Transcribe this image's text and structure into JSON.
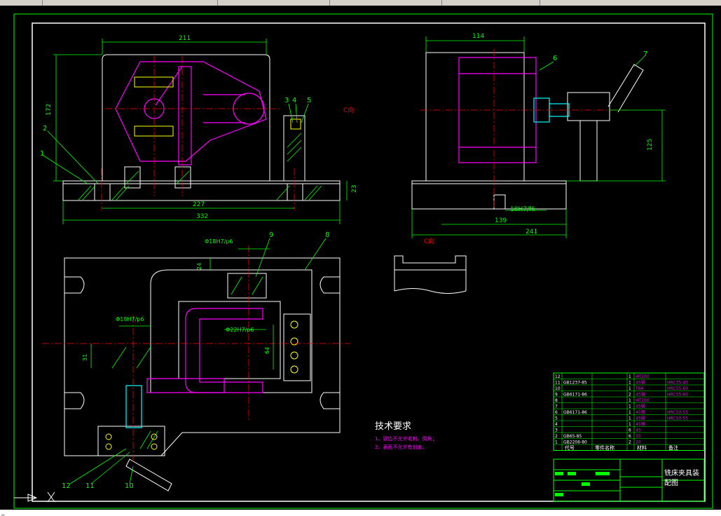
{
  "window": {
    "toolbar_segments": 6
  },
  "command_line": {
    "text": "_"
  },
  "dimensions": {
    "d211": "211",
    "d172": "172",
    "d227": "227",
    "d332": "332",
    "d23": "23",
    "d114": "114",
    "d125": "125",
    "d18fit": "18H7/f6",
    "d139": "139",
    "d241": "241",
    "phi18a": "Φ18H7/p6",
    "d24": "24",
    "phi18b": "Φ18H7/p6",
    "phi22": "Φ22H7/p6",
    "d31": "31",
    "d64": "64"
  },
  "part_numbers": [
    "1",
    "2",
    "3",
    "4",
    "5",
    "6",
    "7",
    "8",
    "9",
    "10",
    "11",
    "12"
  ],
  "view_label": "C向",
  "technical_requirements": {
    "title": "技术要求",
    "items": [
      "1、锐边不允许毛刺、倒角；",
      "2、表面不允许有划痕。"
    ]
  },
  "bom": {
    "rows": [
      [
        "12",
        "",
        "",
        "1",
        "HT200",
        ""
      ],
      [
        "11",
        "GB1237-85",
        "",
        "1",
        "45钢",
        "HRC35-40"
      ],
      [
        "10",
        "",
        "",
        "1",
        "T8A",
        "HRC55-60"
      ],
      [
        "9",
        "GB6171-86",
        "",
        "2",
        "45钢",
        "HRC55-60"
      ],
      [
        "8",
        "",
        "",
        "1",
        "HT200",
        ""
      ],
      [
        "7",
        "",
        "",
        "1",
        "45钢",
        ""
      ],
      [
        "6",
        "GB6171-86",
        "",
        "1",
        "45钢",
        "HRC50-55"
      ],
      [
        "5",
        "",
        "",
        "1",
        "45钢",
        "HRC50-55"
      ],
      [
        "4",
        "",
        "",
        "1",
        "45钢",
        ""
      ],
      [
        "3",
        "",
        "",
        "6",
        "45",
        ""
      ],
      [
        "2",
        "GB65-85",
        "",
        "6",
        "35",
        ""
      ],
      [
        "1",
        "GB2206-80",
        "",
        "2",
        "20",
        ""
      ]
    ],
    "header": [
      "代号",
      "零件名称",
      "",
      "材料",
      "备注"
    ],
    "title_block": {
      "name": "铣床夹具装",
      "name2": "配图"
    }
  },
  "colors": {
    "white": "#ffffff",
    "green": "#00ff00",
    "magenta": "#ff00ff",
    "yellow": "#ffff00",
    "red": "#ff0000",
    "cyan": "#00ffff"
  }
}
